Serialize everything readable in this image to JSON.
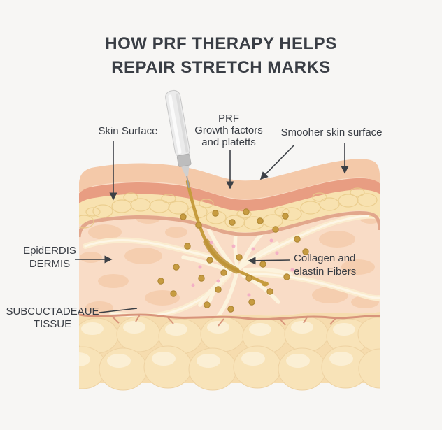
{
  "title": {
    "line1": "HOW PRF THERAPY HELPS",
    "line2": "REPAIR STRETCH MARKS"
  },
  "labels": {
    "skin_surface": {
      "text": "Skin Surface"
    },
    "prf": {
      "line1": "PRF",
      "line2": "Growth factors",
      "line3": "and platetts"
    },
    "smoother_skin": {
      "text": "Smooher skin surface"
    },
    "epidermis": {
      "line1": "EpidERDIS",
      "line2": "DERMIS"
    },
    "subcutaneous": {
      "line1": "SUBCUCTADEAUE",
      "line2": "TISSUE"
    },
    "collagen": {
      "line1": "Collagen and",
      "line2": "elastin Fibers"
    }
  },
  "icons": {
    "syringe": "syringe-icon"
  },
  "colors": {
    "background": "#f7f6f4",
    "text": "#3a3e45",
    "arrow": "#3c4046",
    "skin_surface_band": "#f4c9a9",
    "skin_salmon_band": "#e89d82",
    "epidermis_band": "#f8e2b0",
    "epidermis_cell_outline": "#e9cb8a",
    "dermis": "#f9dcc6",
    "dermis_blob": "#f2c39e",
    "collagen_fiber": "#fbeccf",
    "subcutaneous_fat": "#f6dcae",
    "fat_lobule": "#f8e3b8",
    "subcut_border": "#d8947b",
    "prf_gold": "#c69c3e",
    "pink_dot": "#f3a8c5",
    "syringe_body": "#ebebeb"
  }
}
